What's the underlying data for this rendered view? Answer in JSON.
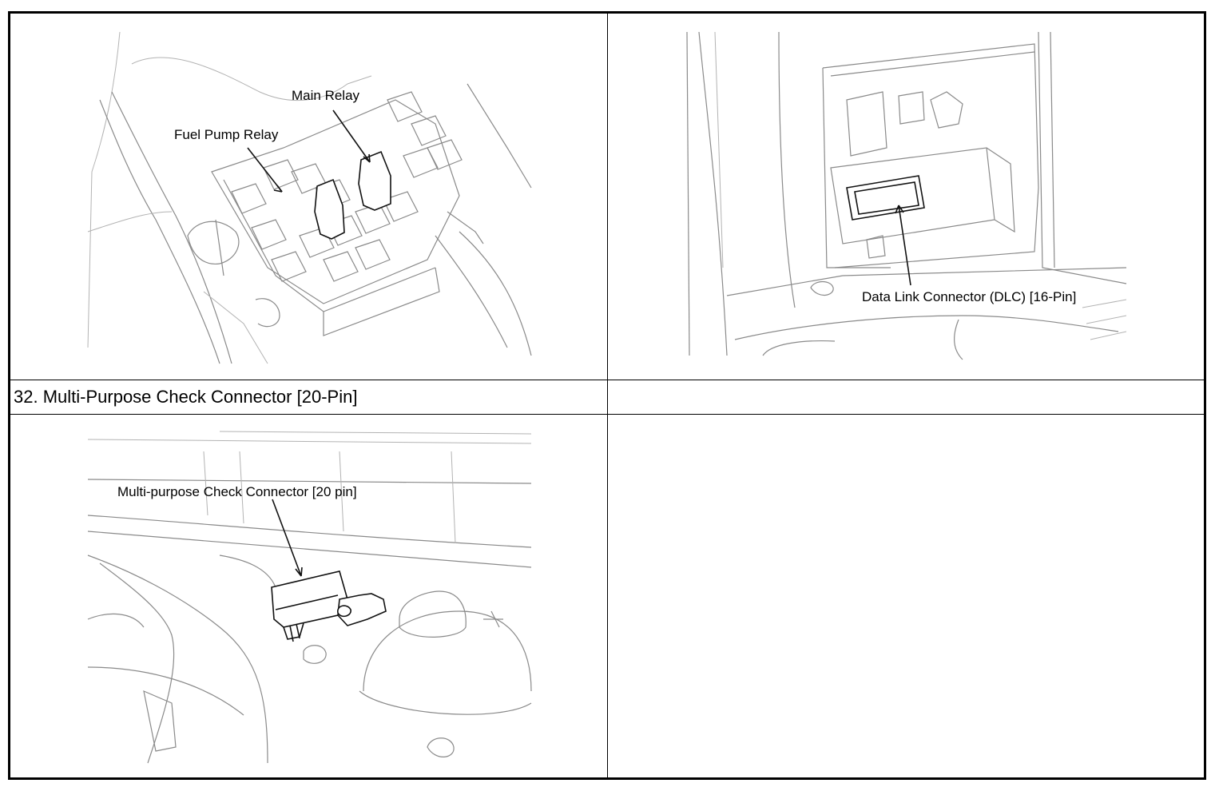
{
  "section": {
    "caption": "32. Multi-Purpose Check Connector [20-Pin]",
    "caption_right": ""
  },
  "figures": {
    "relay_box": {
      "label_main": "Main Relay",
      "label_fuel": "Fuel Pump Relay"
    },
    "dlc": {
      "label": "Data Link Connector (DLC) [16-Pin]"
    },
    "mpc": {
      "label": "Multi-purpose Check Connector [20 pin]"
    }
  }
}
